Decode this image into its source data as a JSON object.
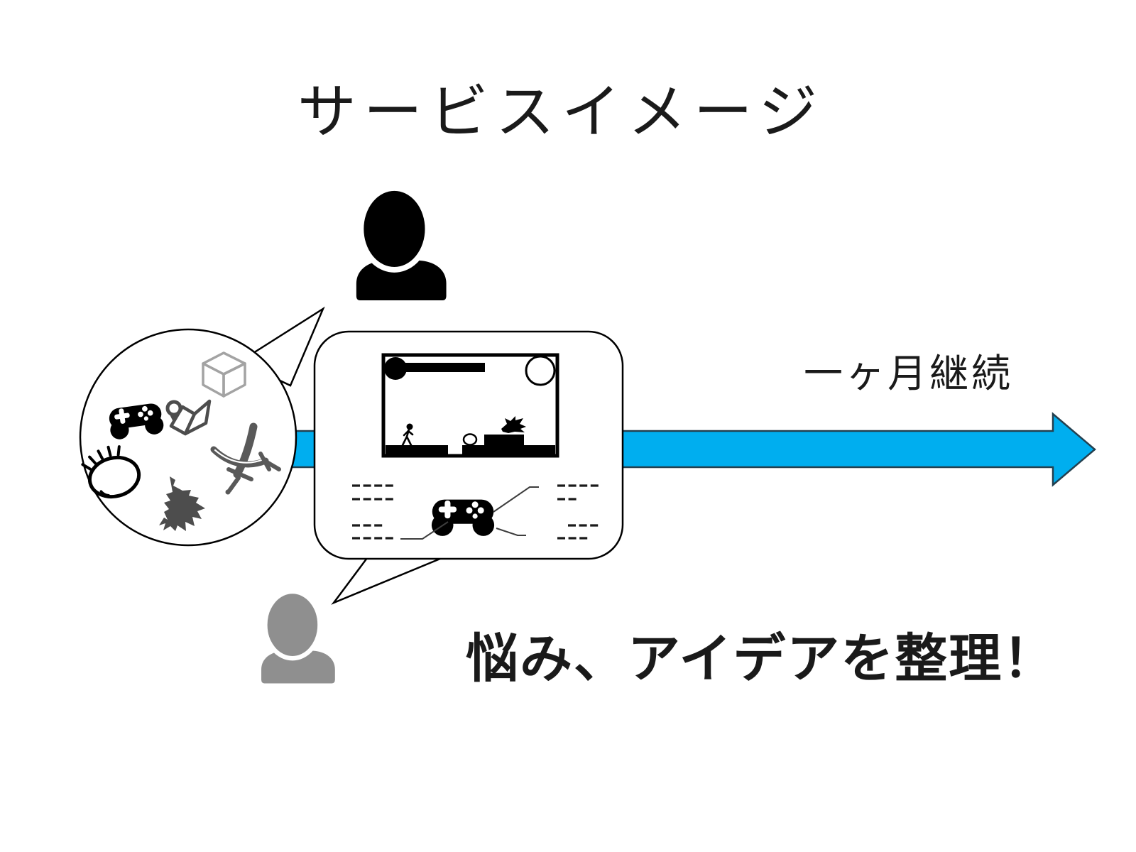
{
  "slide": {
    "title": "サービスイメージ",
    "arrow_label": "一ヶ月継続",
    "bottom_label": "悩み、アイデアを整理！"
  },
  "colors": {
    "arrow_fill": "#00AEEF",
    "arrow_stroke": "#24404F",
    "person_primary": "#000000",
    "person_secondary": "#8F8F8F",
    "icon_dark_gray": "#4D4D4D",
    "icon_mid_gray": "#595959",
    "icon_light_gray": "#A3A3A3",
    "ink": "#1A1A1A",
    "bg": "#FFFFFF"
  },
  "people": [
    {
      "name": "person-black",
      "role": "user with ideas",
      "color_key": "person_primary"
    },
    {
      "name": "person-gray",
      "role": "listener / service",
      "color_key": "person_secondary"
    }
  ],
  "idea_bubble": {
    "shape": "circle speech bubble, tail points to black person",
    "icons": [
      {
        "name": "gamepad-icon",
        "style": "solid black"
      },
      {
        "name": "cube-icon",
        "style": "light gray outline"
      },
      {
        "name": "map-pin-icon",
        "style": "dark gray outline"
      },
      {
        "name": "crossed-swords-icon",
        "style": "dark gray"
      },
      {
        "name": "eye-icon",
        "style": "black outline"
      },
      {
        "name": "jaw-trap-icon",
        "style": "dark gray"
      }
    ]
  },
  "plan_bubble": {
    "shape": "rounded speech bubble, tail points to gray person",
    "game_screen": {
      "elements": [
        "health-bar",
        "sun",
        "player-stick-figure",
        "rock",
        "enemy-creature",
        "platforms-with-gap",
        "raised-platform"
      ]
    },
    "controller_icon": "gamepad-icon",
    "note_groups": [
      {
        "position": "left-top",
        "rows_dash_counts": [
          4,
          4
        ]
      },
      {
        "position": "left-bottom",
        "rows_dash_counts": [
          3,
          4
        ]
      },
      {
        "position": "right-top",
        "rows_dash_counts": [
          4,
          2
        ]
      },
      {
        "position": "right-bottom",
        "rows_dash_counts": [
          3,
          3
        ]
      }
    ],
    "callout_lines": 3
  },
  "timeline_arrow": {
    "direction": "right",
    "label": "一ヶ月継続"
  }
}
